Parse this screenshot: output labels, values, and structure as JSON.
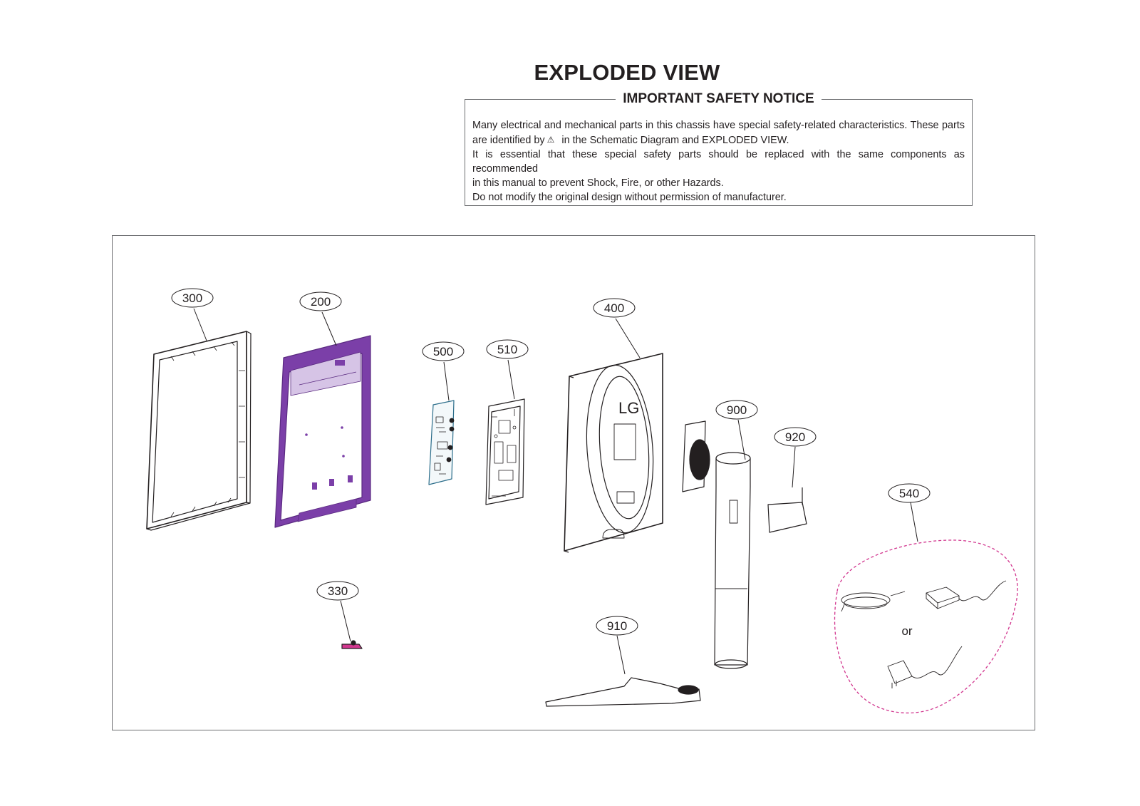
{
  "page": {
    "title": "EXPLODED VIEW"
  },
  "notice": {
    "title": "IMPORTANT SAFETY NOTICE",
    "line1": "Many electrical and mechanical parts in this chassis have special safety-related characteristics. These parts",
    "line2_before": "are identified by",
    "line2_after": "in the Schematic Diagram and EXPLODED VIEW.",
    "line3": "It is essential that these special safety parts should be replaced with the same components as recommended",
    "line4": "in this manual to prevent Shock, Fire, or other Hazards.",
    "line5": "Do not modify the original design without permission of manufacturer.",
    "icon": "warning-triangle-icon"
  },
  "callouts": [
    "300",
    "200",
    "500",
    "510",
    "400",
    "900",
    "920",
    "540",
    "330",
    "910"
  ],
  "accessory_alternative": "or",
  "colors": {
    "highlight_part": "#7b3fa8",
    "accessory_group_outline": "#d2378f",
    "line": "#231f20"
  }
}
